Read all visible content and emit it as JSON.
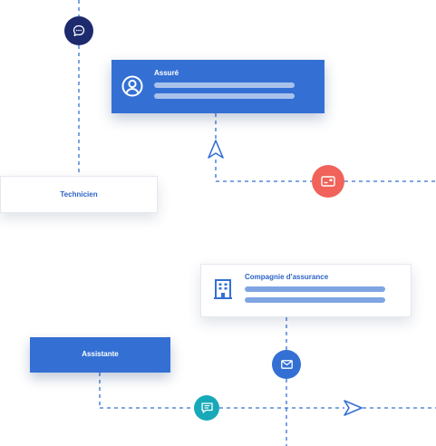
{
  "cards": {
    "assure": {
      "title": "Assuré"
    },
    "technicien": {
      "title": "Technicien"
    },
    "compagnie": {
      "title": "Compagnie d'assurance"
    },
    "assistante": {
      "title": "Assistante"
    }
  },
  "icons": {
    "chat_bubble": "chat-bubble-icon",
    "user": "user-circle-icon",
    "paper_plane": "paper-plane-icon",
    "card": "id-card-icon",
    "building": "building-icon",
    "mail": "mail-icon",
    "message": "message-icon"
  },
  "colors": {
    "navy": "#1e2a6e",
    "blue": "#3470d4",
    "coral": "#f0625a",
    "teal": "#17a9b8",
    "line": "#3470d4"
  }
}
